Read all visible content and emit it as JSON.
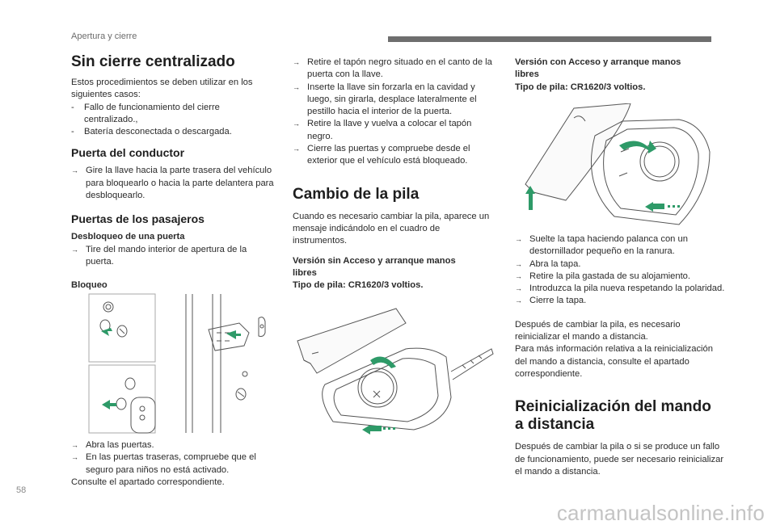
{
  "header": {
    "section_title": "Apertura y cierre"
  },
  "page_number": "58",
  "watermark": "carmanualsonline.info",
  "col1": {
    "title": "Sin cierre centralizado",
    "intro": "Estos procedimientos se deben utilizar en los siguientes casos:",
    "cases": [
      "Fallo de funcionamiento del cierre centralizado.,",
      "Batería desconectada o descargada."
    ],
    "driver": {
      "title": "Puerta del conductor",
      "steps": [
        "Gire la llave hacia la parte trasera del vehículo para bloquearlo o hacia la parte delantera para desbloquearlo."
      ]
    },
    "passengers": {
      "title": "Puertas de los pasajeros",
      "unlock_title": "Desbloqueo de una puerta",
      "unlock_steps": [
        "Tire del mando interior de apertura de la puerta."
      ],
      "lock_title": "Bloqueo",
      "lock_steps": [
        "Abra las puertas.",
        "En las puertas traseras, compruebe que el seguro para niños no está activado."
      ],
      "note": "Consulte el apartado correspondiente."
    }
  },
  "col2": {
    "steps_top": [
      "Retire el tapón negro situado en el canto de la puerta con la llave.",
      "Inserte la llave sin forzarla en la cavidad y luego, sin girarla, desplace lateralmente el pestillo hacia el interior de la puerta.",
      "Retire la llave y vuelva a colocar el tapón negro.",
      "Cierre las puertas y compruebe desde el exterior que el vehículo está bloqueado."
    ],
    "battery_title": "Cambio de la pila",
    "battery_text": "Cuando es necesario cambiar la pila, aparece un mensaje indicándolo en el cuadro de instrumentos.",
    "version1_line1": "Versión sin Acceso y arranque manos",
    "version1_line2": "libres",
    "version1_line3": "Tipo de pila: CR1620/3 voltios."
  },
  "col3": {
    "version2_line1": "Versión con Acceso y arranque manos",
    "version2_line2": "libres",
    "version2_line3": "Tipo de pila: CR1620/3 voltios.",
    "steps": [
      "Suelte la tapa haciendo palanca con un destornillador pequeño en la ranura.",
      "Abra la tapa.",
      "Retire la pila gastada de su alojamiento.",
      "Introduzca la pila nueva respetando la polaridad.",
      "Cierre la tapa."
    ],
    "after_line1": "Después de cambiar la pila, es necesario reinicializar el mando a distancia.",
    "after_line2": "Para más información relativa a la reinicialización del mando a distancia, consulte el apartado correspondiente.",
    "reinit_title_line1": "Reinicialización del mando",
    "reinit_title_line2": "a distancia",
    "reinit_text": "Después de cambiar la pila o si se produce un fallo de funcionamiento, puede ser necesario reinicializar el mando a distancia."
  },
  "colors": {
    "arrow": "#2e9a68",
    "bar": "#6e6e6e",
    "line": "#555555"
  }
}
